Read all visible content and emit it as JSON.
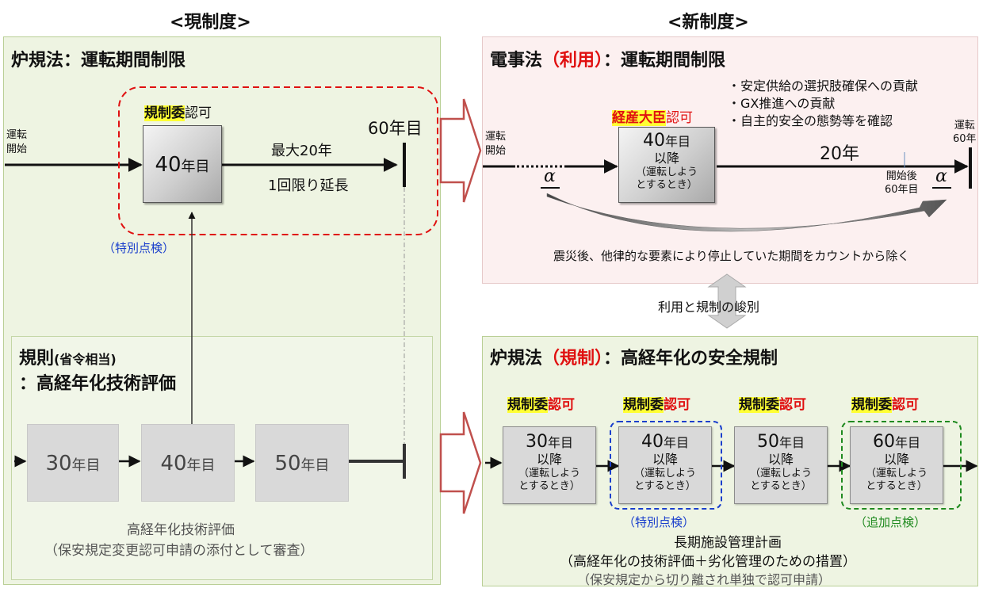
{
  "left": {
    "header": "<現制度>",
    "panel_title": "炉規法：運転期間制限",
    "start_label_line1": "運転",
    "start_label_line2": "開始",
    "approval_highlight": "規制委",
    "approval_suffix": "認可",
    "year40": "40",
    "year_unit": "年目",
    "extension_line1": "最大20年",
    "extension_line2": "1回限り延長",
    "year60": "60年目",
    "special_inspection": "（特別点検）",
    "rule_title_main": "規則",
    "rule_title_paren": "(省令相当)",
    "rule_title_line2": "：高経年化技術評価",
    "boxes": [
      {
        "num": "30",
        "unit": "年目"
      },
      {
        "num": "40",
        "unit": "年目"
      },
      {
        "num": "50",
        "unit": "年目"
      }
    ],
    "eval_line1": "高経年化技術評価",
    "eval_line2": "（保安規定変更認可申請の添付として審査）"
  },
  "right": {
    "header": "<新制度>",
    "top_title_prefix": "電事法",
    "top_title_red": "（利用）",
    "top_title_suffix": "：運転期間制限",
    "bullets": [
      "・安定供給の選択肢確保への貢献",
      "・GX推進への貢献",
      "・自主的安全の態勢等を確認"
    ],
    "approval_highlight": "経産大臣",
    "approval_suffix": "認可",
    "start_label_line1": "運転",
    "start_label_line2": "開始",
    "box40_num": "40",
    "box40_unit": "年目",
    "box40_line2": "以降",
    "box40_line3": "（運転しよう",
    "box40_line4": "とするとき）",
    "twenty": "20年",
    "after_start_line1": "開始後",
    "after_start_line2": "60年目",
    "end_label_line1": "運転",
    "end_label_line2": "60年",
    "alpha": "α",
    "exclusion_note": "震災後、他律的な要素により停止していた期間をカウントから除く",
    "separation": "利用と規制の峻別",
    "bottom_title_prefix": "炉規法",
    "bottom_title_red": "（規制）",
    "bottom_title_suffix": "：高経年化の安全規制",
    "approval_label_hl": "規制委",
    "approval_label_red": "認可",
    "stages": [
      {
        "num": "30",
        "unit": "年目",
        "line2": "以降",
        "line3": "（運転しよう",
        "line4": "とするとき）"
      },
      {
        "num": "40",
        "unit": "年目",
        "line2": "以降",
        "line3": "（運転しよう",
        "line4": "とするとき）"
      },
      {
        "num": "50",
        "unit": "年目",
        "line2": "以降",
        "line3": "（運転しよう",
        "line4": "とするとき）"
      },
      {
        "num": "60",
        "unit": "年目",
        "line2": "以降",
        "line3": "（運転しよう",
        "line4": "とするとき）"
      }
    ],
    "special_inspection": "（特別点検）",
    "additional_inspection": "（追加点検）",
    "plan_line1": "長期施設管理計画",
    "plan_line2": "（高経年化の技術評価＋劣化管理のための措置）",
    "plan_line3": "（保安規定から切り離され単独で認可申請）"
  },
  "colors": {
    "red": "#e01010",
    "highlight": "#ffff33",
    "blue_dash": "#1a3fcc",
    "green_dash": "#1f8a1f",
    "green_panel": "#eef4e2",
    "pink_panel": "#fcf0f0"
  }
}
